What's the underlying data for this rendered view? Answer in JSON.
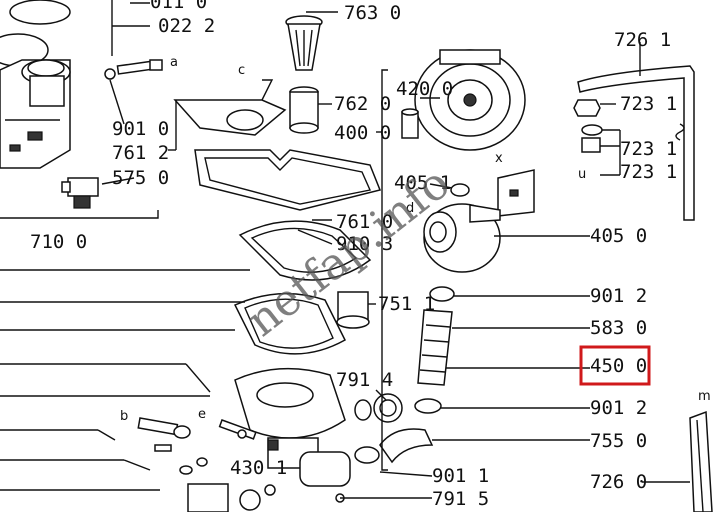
{
  "labels": {
    "l_011": "011 0",
    "l_0222": "022 2",
    "l_7630": "763 0",
    "l_7261": "726 1",
    "l_4200": "420 0",
    "l_7620": "762 0",
    "l_4000": "400 0",
    "l_7231": "723 1",
    "l_7231b": "723 1",
    "l_7231c": "723 1",
    "l_9010": "901 0",
    "l_7612": "761 2",
    "l_5750": "575 0",
    "l_4051": "405 1",
    "l_7100": "710 0",
    "l_7610": "761 0",
    "l_9103": "910 3",
    "l_4050": "405 0",
    "l_7511": "751 1",
    "l_9012": "901 2",
    "l_5830": "583 0",
    "l_4500": "450 0",
    "l_7914": "791 4",
    "l_9012b": "901 2",
    "l_7550": "755 0",
    "l_4301": "430 1",
    "l_9011": "901 1",
    "l_7260": "726 0",
    "l_7915": "791 5"
  },
  "letters": {
    "a": "a",
    "c": "c",
    "x": "x",
    "d": "d",
    "b": "b",
    "e": "e",
    "m": "m",
    "u": "u"
  },
  "watermark": "netfap.info",
  "highlight_color": "#d0191b"
}
